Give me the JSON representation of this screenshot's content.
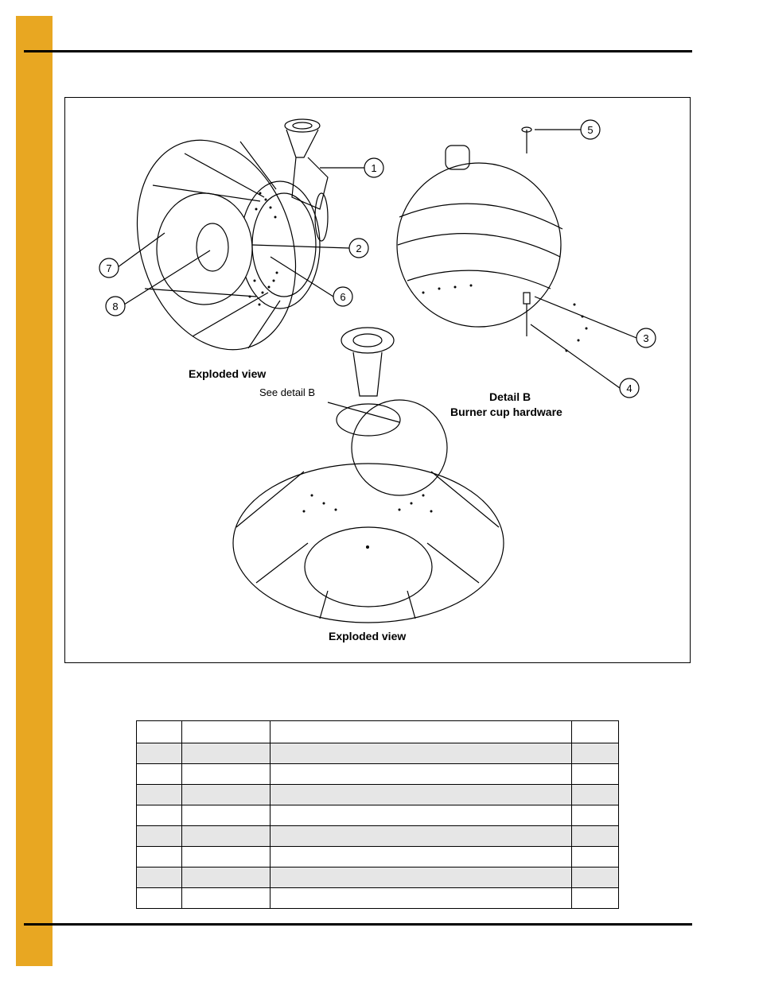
{
  "figure": {
    "callouts": [
      "1",
      "2",
      "3",
      "4",
      "5",
      "6",
      "7",
      "8"
    ],
    "caption_left": "Exploded view",
    "caption_bottom": "Exploded view",
    "detail_title": "Detail B",
    "detail_subtitle": "Burner cup hardware",
    "see_detail_note": "See detail B"
  },
  "parts_table": {
    "headers": [
      "",
      "",
      "",
      ""
    ],
    "rows": [
      [
        "",
        "",
        "",
        ""
      ],
      [
        "",
        "",
        "",
        ""
      ],
      [
        "",
        "",
        "",
        ""
      ],
      [
        "",
        "",
        "",
        ""
      ],
      [
        "",
        "",
        "",
        ""
      ],
      [
        "",
        "",
        "",
        ""
      ],
      [
        "",
        "",
        "",
        ""
      ],
      [
        "",
        "",
        "",
        ""
      ]
    ]
  },
  "colors": {
    "side_tab": "#e8a722",
    "row_shade": "#e6e6e6"
  }
}
